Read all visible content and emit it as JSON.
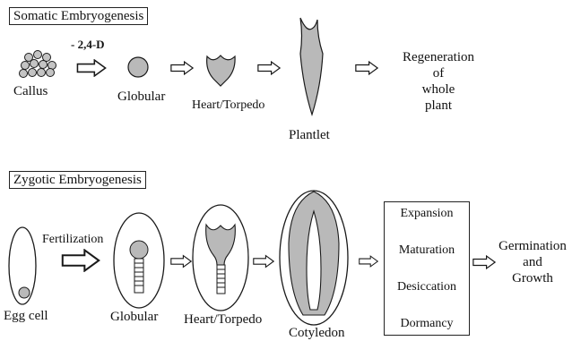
{
  "somatic": {
    "title": "Somatic Embryogenesis",
    "treatment": "- 2,4-D",
    "stages": [
      "Callus",
      "Globular",
      "Heart/Torpedo",
      "Plantlet"
    ],
    "result": [
      "Regeneration",
      "of",
      "whole",
      "plant"
    ]
  },
  "zygotic": {
    "title": "Zygotic Embryogenesis",
    "fertilization": "Fertilization",
    "stages": [
      "Egg cell",
      "Globular",
      "Heart/Torpedo",
      "Cotyledon"
    ],
    "maturation_steps": [
      "Expansion",
      "Maturation",
      "Desiccation",
      "Dormancy"
    ],
    "result": [
      "Germination",
      "and",
      "Growth"
    ]
  },
  "colors": {
    "fill": "#b9b9b9",
    "stroke": "#1a1a1a",
    "background": "#ffffff"
  },
  "icons": [
    "hollow-arrow-right-icon",
    "hollow-arrow-down-icon",
    "cell-cluster-icon"
  ]
}
